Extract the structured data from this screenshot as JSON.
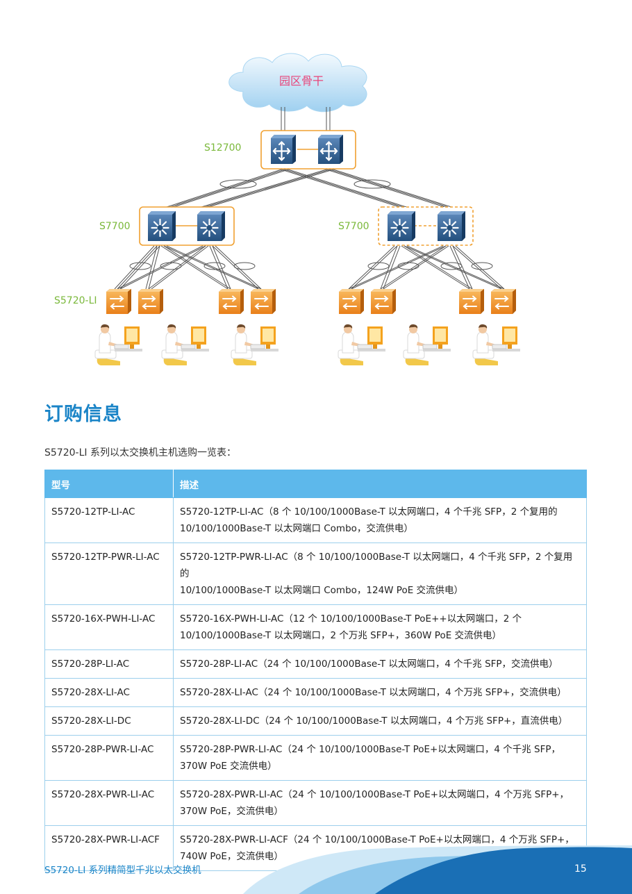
{
  "diagram": {
    "cloud_label": "园区骨干",
    "core_label": "S12700",
    "agg_left_label": "S7700",
    "agg_right_label": "S7700",
    "access_label": "S5720-LI",
    "colors": {
      "label_green": "#7ab83a",
      "cloud_light": "#e3f1fb",
      "cloud_mid": "#a9d6f2",
      "cloud_text": "#e8457a",
      "frame_orange": "#f0a030",
      "switch_blue": "#2c5a8c",
      "switch_top": "#5a86b8",
      "access_orange": "#f08c1e",
      "access_top": "#f8c072",
      "link_dark": "#555555"
    },
    "icons": [
      "cloud-icon",
      "core-router-icon",
      "aggregation-switch-icon",
      "access-switch-icon",
      "user-workstation-icon"
    ]
  },
  "section_title": "订购信息",
  "intro": "S5720-LI 系列以太交换机主机选购一览表：",
  "table": {
    "headers": [
      "型号",
      "描述"
    ],
    "rows": [
      {
        "model": "S5720-12TP-LI-AC",
        "desc": [
          "S5720-12TP-LI-AC（8 个 10/100/1000Base-T 以太网端口，4 个千兆 SFP，2 个复用的",
          "10/100/1000Base-T 以太网端口 Combo，交流供电）"
        ]
      },
      {
        "model": "S5720-12TP-PWR-LI-AC",
        "desc": [
          "S5720-12TP-PWR-LI-AC（8 个 10/100/1000Base-T 以太网端口，4 个千兆 SFP，2 个复用的",
          "10/100/1000Base-T 以太网端口 Combo，124W PoE 交流供电）"
        ]
      },
      {
        "model": "S5720-16X-PWH-LI-AC",
        "desc": [
          "S5720-16X-PWH-LI-AC（12 个 10/100/1000Base-T PoE++以太网端口，2 个",
          "10/100/1000Base-T  以太网端口，2 个万兆 SFP+，360W PoE 交流供电）"
        ]
      },
      {
        "model": "S5720-28P-LI-AC",
        "desc": [
          "S5720-28P-LI-AC（24 个 10/100/1000Base-T 以太网端口，4 个千兆 SFP，交流供电）"
        ]
      },
      {
        "model": "S5720-28X-LI-AC",
        "desc": [
          "S5720-28X-LI-AC（24 个 10/100/1000Base-T 以太网端口，4 个万兆 SFP+，交流供电）"
        ]
      },
      {
        "model": "S5720-28X-LI-DC",
        "desc": [
          "S5720-28X-LI-DC（24 个 10/100/1000Base-T 以太网端口，4 个万兆 SFP+，直流供电）"
        ]
      },
      {
        "model": "S5720-28P-PWR-LI-AC",
        "desc": [
          "S5720-28P-PWR-LI-AC（24 个 10/100/1000Base-T PoE+以太网端口，4 个千兆 SFP，",
          "370W PoE 交流供电）"
        ]
      },
      {
        "model": "S5720-28X-PWR-LI-AC",
        "desc": [
          "S5720-28X-PWR-LI-AC（24 个 10/100/1000Base-T PoE+以太网端口，4 个万兆 SFP+，",
          "370W PoE，交流供电）"
        ]
      },
      {
        "model": "S5720-28X-PWR-LI-ACF",
        "desc": [
          "S5720-28X-PWR-LI-ACF（24 个 10/100/1000Base-T PoE+以太网端口，4 个万兆 SFP+，",
          "740W PoE，交流供电）"
        ]
      }
    ],
    "colors": {
      "header_bg": "#5db8eb",
      "border": "#9ccfec"
    }
  },
  "footer": {
    "title": "S5720-LI 系列精简型千兆以太交换机",
    "page_number": "15",
    "colors": {
      "accent": "#1a84c7",
      "wave_dark": "#1a6fb5",
      "wave_light": "#bfe1f4"
    }
  }
}
